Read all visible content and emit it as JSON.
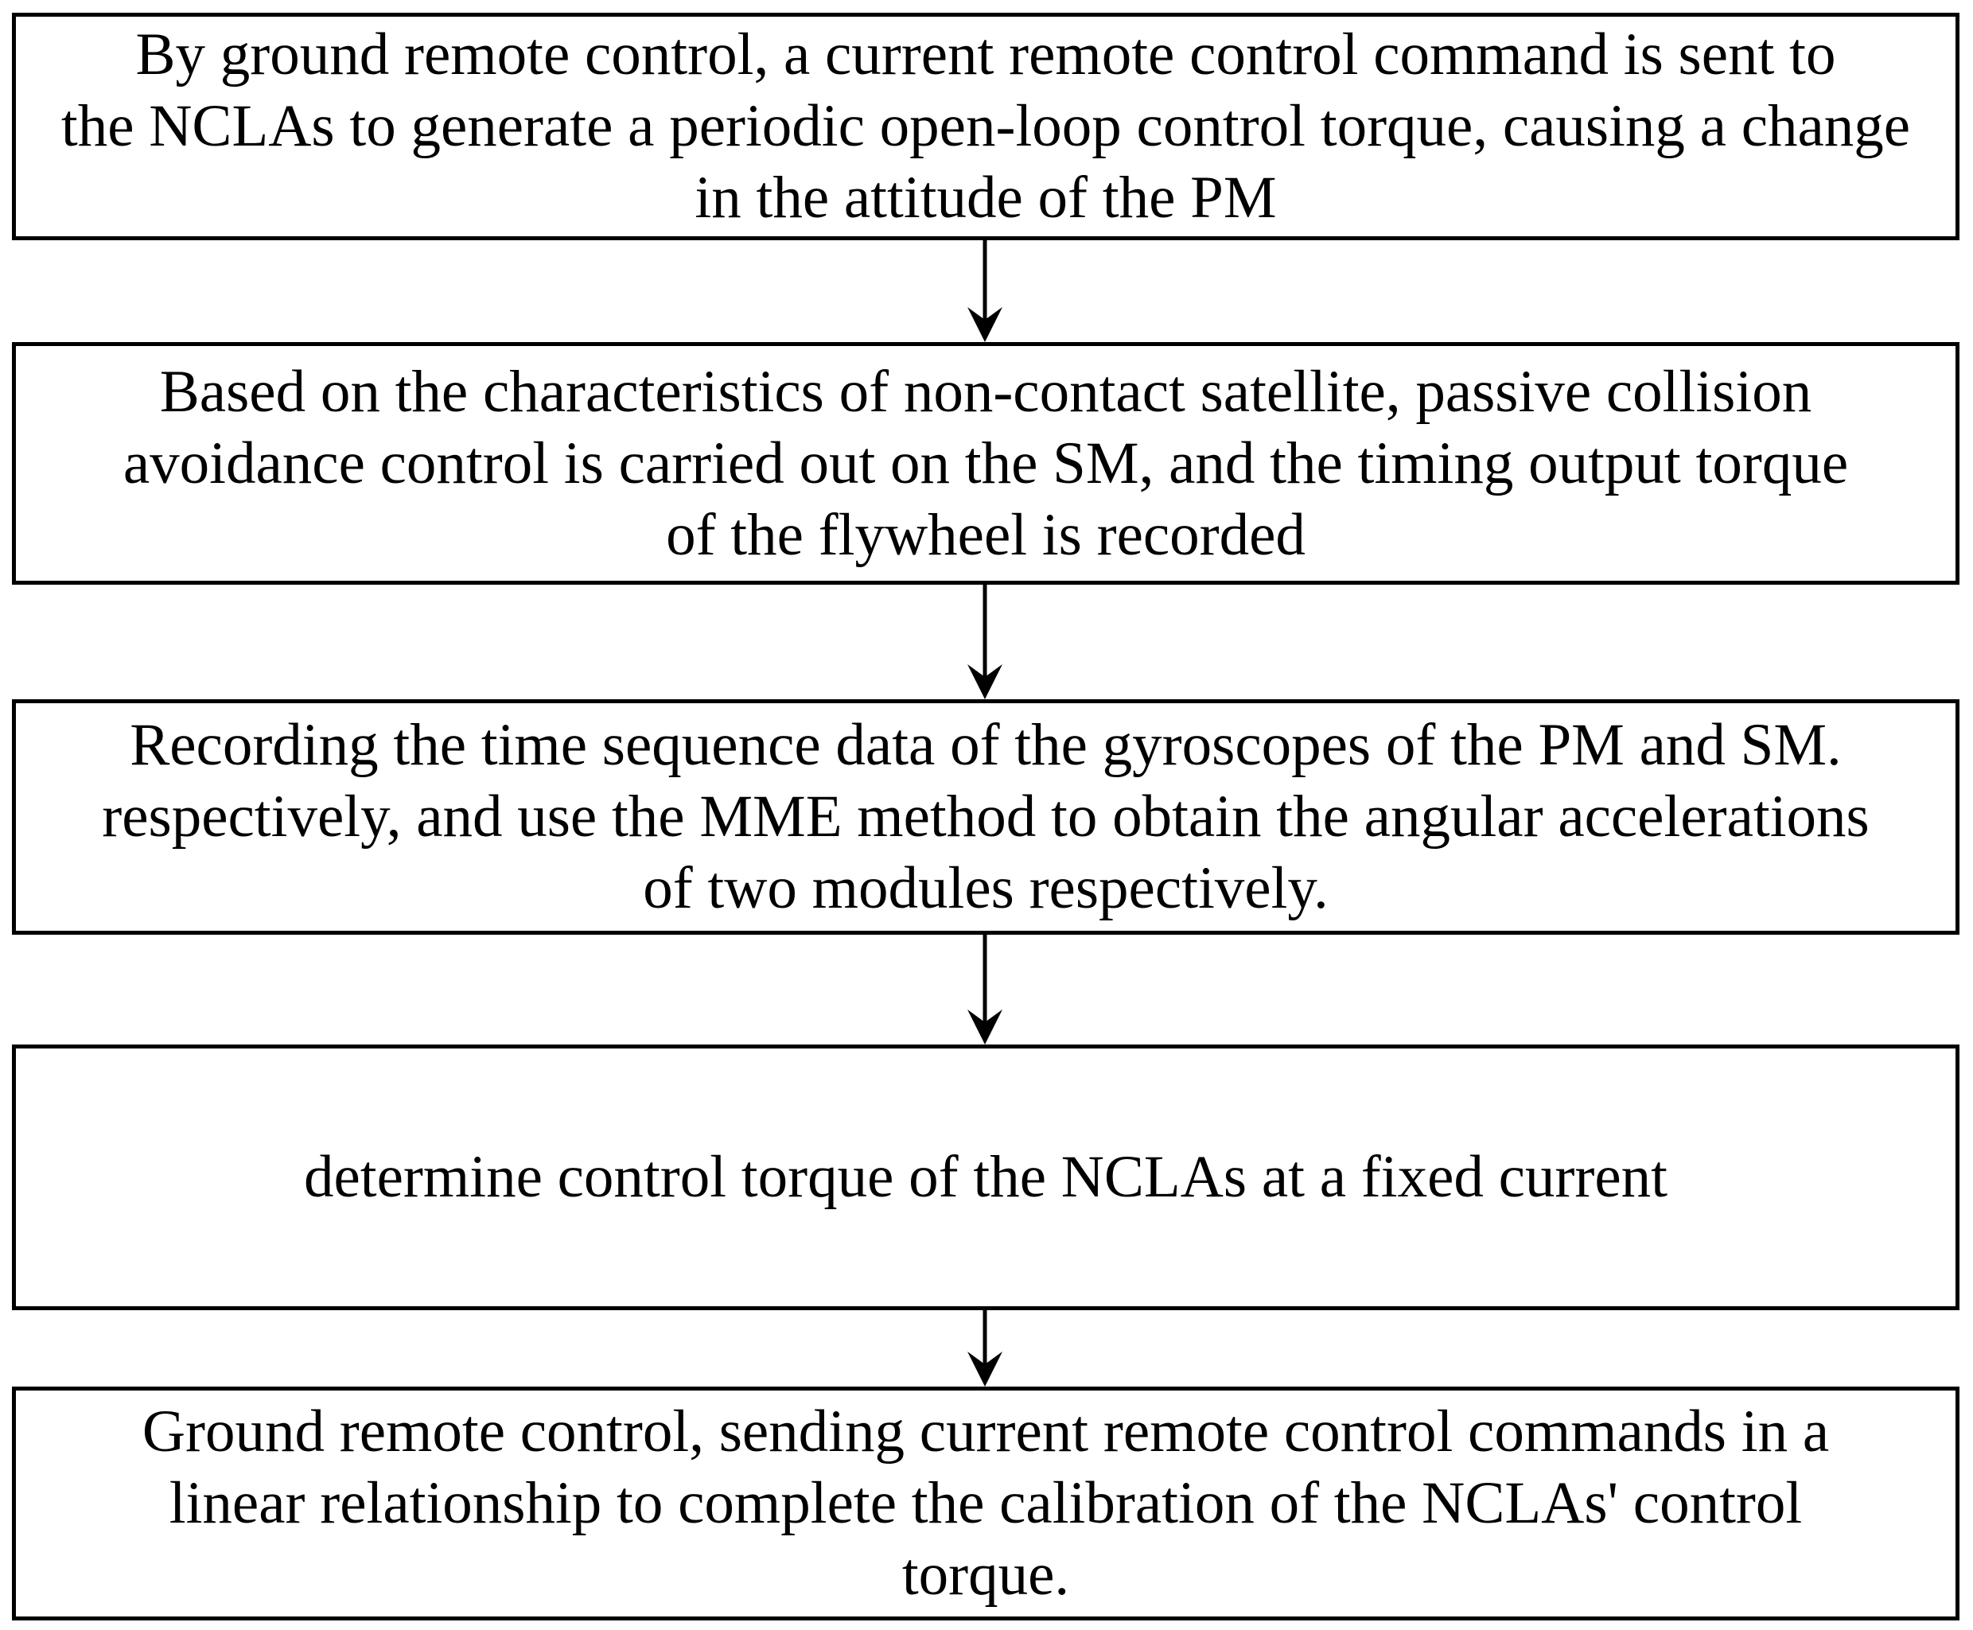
{
  "diagram": {
    "type": "flowchart",
    "orientation": "vertical-top-to-bottom",
    "box_border_color": "#000000",
    "box_fill_color": "#ffffff",
    "text_color": "#000000",
    "connector_color": "#000000",
    "nodes": [
      {
        "id": "step-1",
        "text": "By ground remote control, a current remote control command is sent to\nthe NCLAs to generate a periodic open-loop control torque, causing a change\nin the attitude of the PM"
      },
      {
        "id": "step-2",
        "text": "Based on the characteristics of non-contact satellite, passive collision\navoidance control is carried out on the SM, and the timing output torque\nof the flywheel is recorded"
      },
      {
        "id": "step-3",
        "text": "Recording the time sequence data of the gyroscopes of the PM and SM.\nrespectively, and use the MME method to obtain the angular accelerations\nof two modules respectively."
      },
      {
        "id": "step-4",
        "text": "determine control torque of the NCLAs at a fixed current"
      },
      {
        "id": "step-5",
        "text": "Ground remote control, sending current remote control commands in a\nlinear relationship to complete the calibration of the NCLAs' control\ntorque."
      }
    ],
    "connectors": [
      {
        "id": "arrow-1-to-2",
        "from": "step-1",
        "to": "step-2"
      },
      {
        "id": "arrow-2-to-3",
        "from": "step-2",
        "to": "step-3"
      },
      {
        "id": "arrow-3-to-4",
        "from": "step-3",
        "to": "step-4"
      },
      {
        "id": "arrow-4-to-5",
        "from": "step-4",
        "to": "step-5"
      }
    ]
  }
}
